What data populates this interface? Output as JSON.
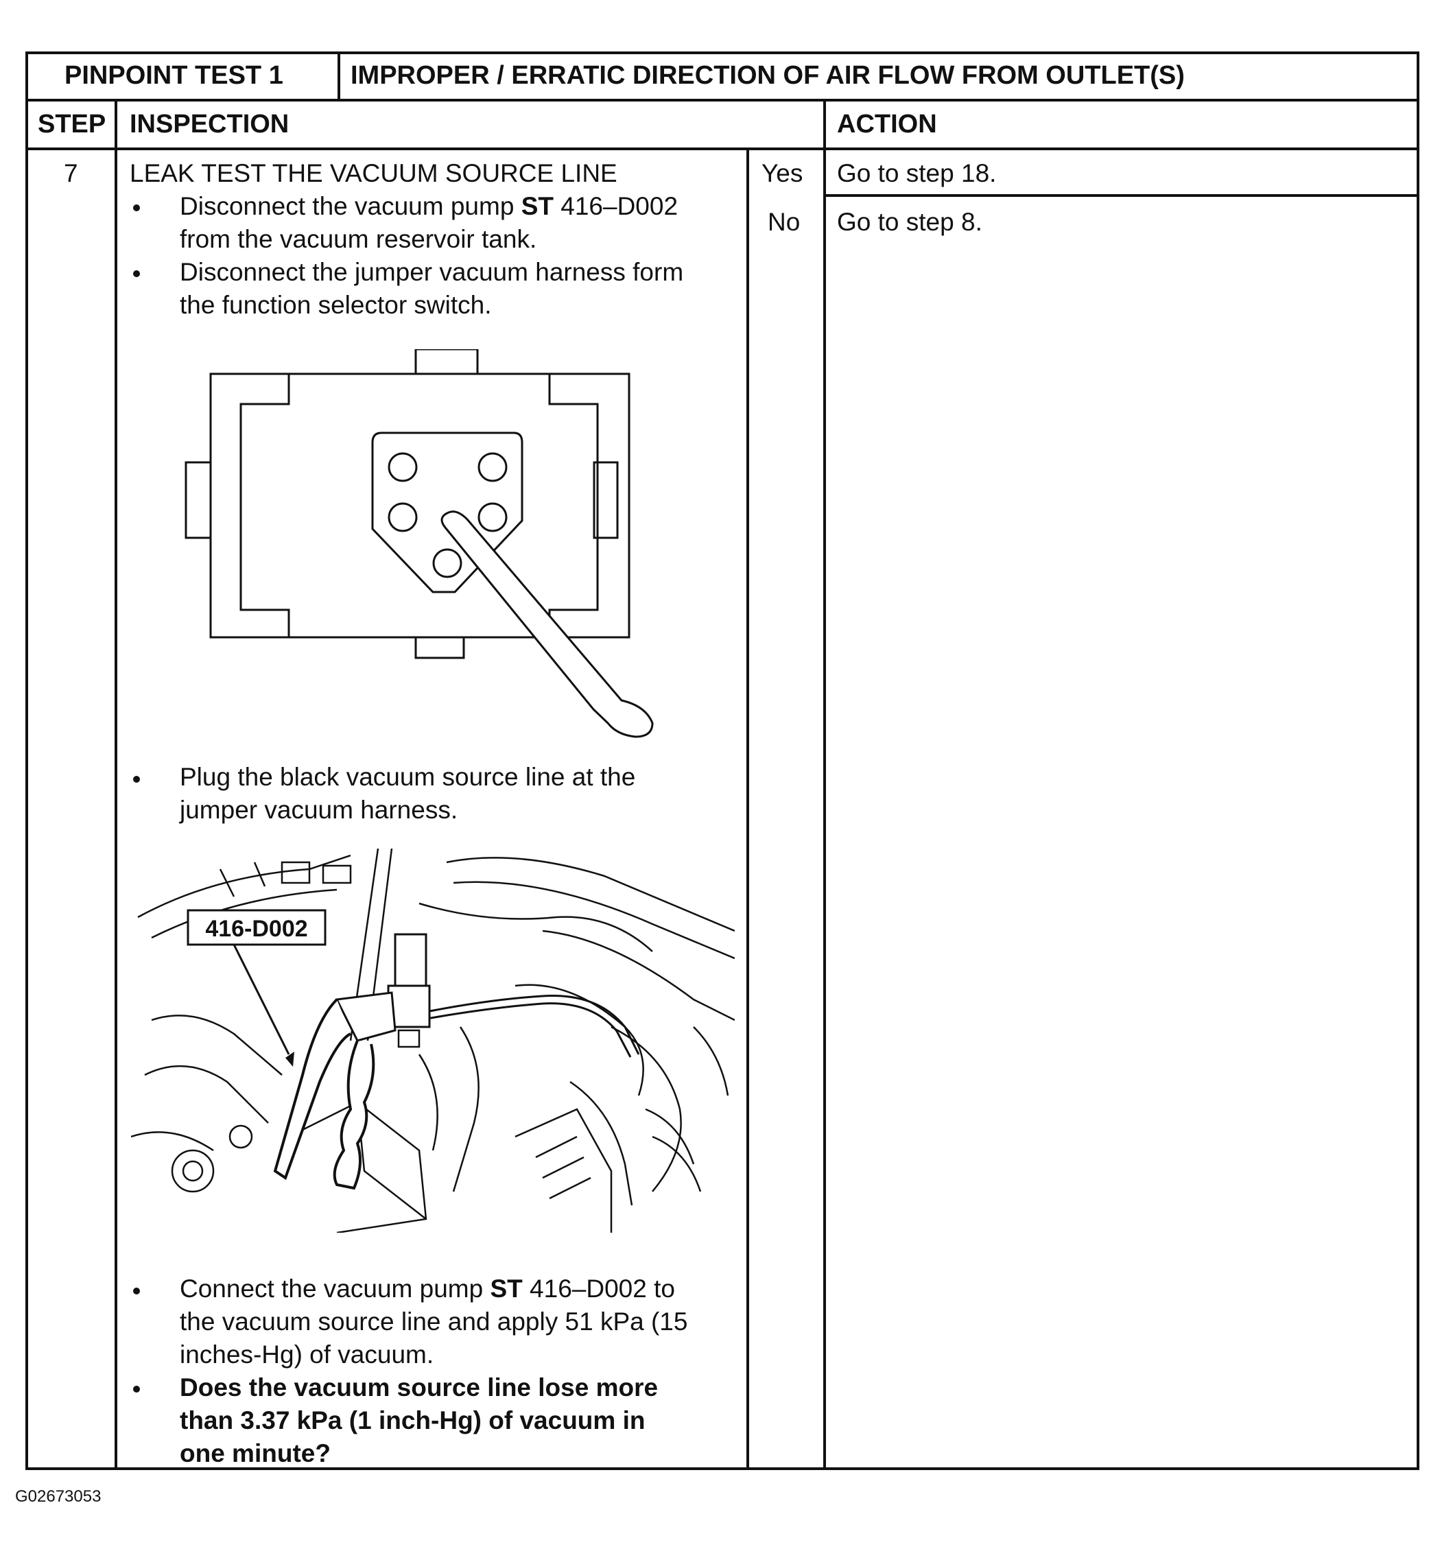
{
  "header": {
    "test_label": "PINPOINT TEST 1",
    "test_title": "IMPROPER / ERRATIC DIRECTION OF AIR FLOW FROM OUTLET(S)"
  },
  "columns": {
    "step": "STEP",
    "inspection": "INSPECTION",
    "action": "ACTION"
  },
  "step": {
    "number": "7",
    "title": "LEAK TEST THE VACUUM SOURCE LINE",
    "bullets_1": [
      {
        "line1_pre": "Disconnect the vacuum pump ",
        "line1_bold": "ST",
        "line1_post": " 416–D002",
        "line2": "from the vacuum reservoir tank."
      },
      {
        "line1": "Disconnect the jumper vacuum harness form",
        "line2": "the function selector switch."
      }
    ],
    "bullet_2": {
      "line1": "Plug the black vacuum source line at the",
      "line2": "jumper vacuum harness."
    },
    "bullet_3": {
      "line1_pre": "Connect the vacuum pump ",
      "line1_bold": "ST",
      "line1_post": " 416–D002 to",
      "line2": "the vacuum source line and apply 51 kPa (15",
      "line3": "inches-Hg) of vacuum."
    },
    "bullet_4": {
      "line1": "Does the vacuum source line lose more",
      "line2": "than 3.37 kPa (1 inch-Hg) of vacuum in",
      "line3": "one minute?"
    },
    "tool_callout": "416-D002"
  },
  "results": [
    {
      "answer": "Yes",
      "action": "Go to step 18."
    },
    {
      "answer": "No",
      "action": "Go to step 8."
    }
  ],
  "figure_id": "G02673053"
}
